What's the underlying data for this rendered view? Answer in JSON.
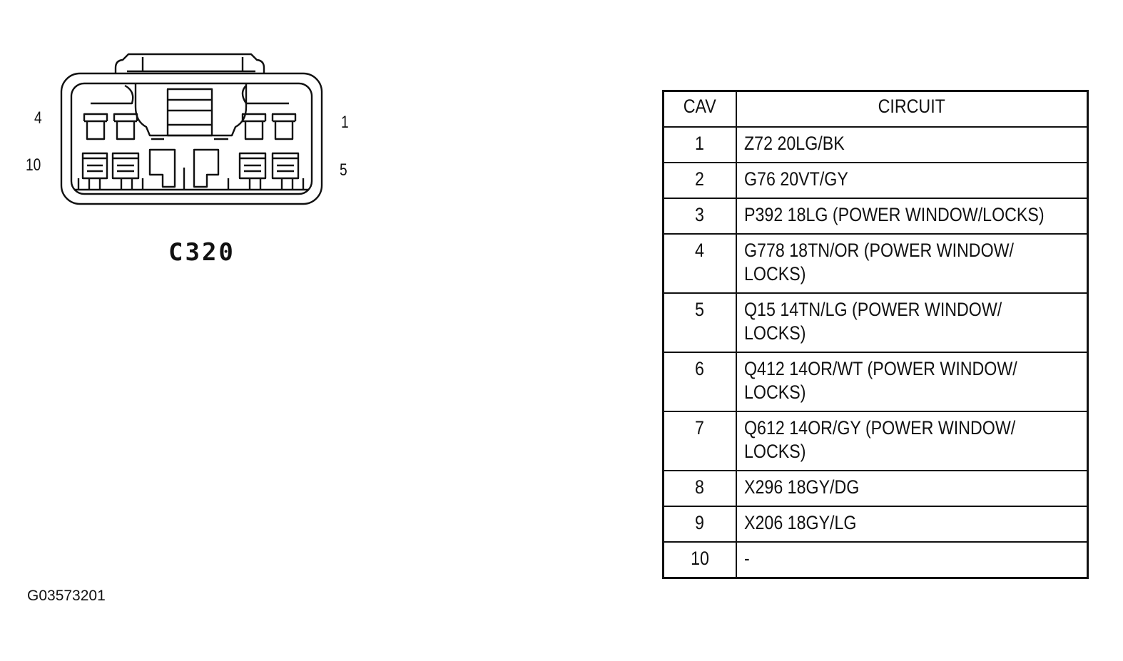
{
  "connector": {
    "name": "C320",
    "pin_labels": {
      "top_left": "4",
      "bottom_left": "10",
      "top_right": "1",
      "bottom_right": "5"
    }
  },
  "table": {
    "headers": {
      "cav": "CAV",
      "circuit": "CIRCUIT"
    },
    "rows": [
      {
        "cav": "1",
        "circuit": "Z72 20LG/BK"
      },
      {
        "cav": "2",
        "circuit": "G76 20VT/GY"
      },
      {
        "cav": "3",
        "circuit": "P392 18LG (POWER WINDOW/LOCKS)"
      },
      {
        "cav": "4",
        "circuit": "G778 18TN/OR (POWER WINDOW/\nLOCKS)"
      },
      {
        "cav": "5",
        "circuit": "Q15 14TN/LG (POWER WINDOW/\nLOCKS)"
      },
      {
        "cav": "6",
        "circuit": "Q412 14OR/WT (POWER WINDOW/\nLOCKS)"
      },
      {
        "cav": "7",
        "circuit": "Q612 14OR/GY (POWER WINDOW/\nLOCKS)"
      },
      {
        "cav": "8",
        "circuit": "X296 18GY/DG"
      },
      {
        "cav": "9",
        "circuit": "X206 18GY/LG"
      },
      {
        "cav": "10",
        "circuit": "-"
      }
    ]
  },
  "figure_id": "G03573201"
}
